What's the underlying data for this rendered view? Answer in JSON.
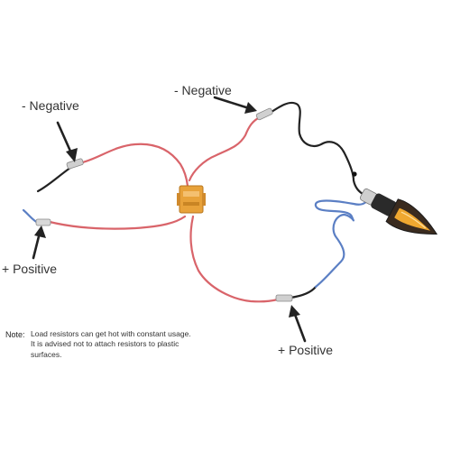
{
  "labels": {
    "negative_left": "- Negative",
    "negative_top": "- Negative",
    "positive_left": "+ Positive",
    "positive_right": "+ Positive"
  },
  "note": {
    "title": "Note:",
    "text": "Load resistors can get hot with constant usage. It is advised not to attach resistors to plastic surfaces."
  },
  "colors": {
    "red_wire": "#d9646a",
    "blue_wire": "#5b7fc4",
    "black_wire": "#222222",
    "resistor": "#e8a23a",
    "led_amber": "#f0a830"
  }
}
